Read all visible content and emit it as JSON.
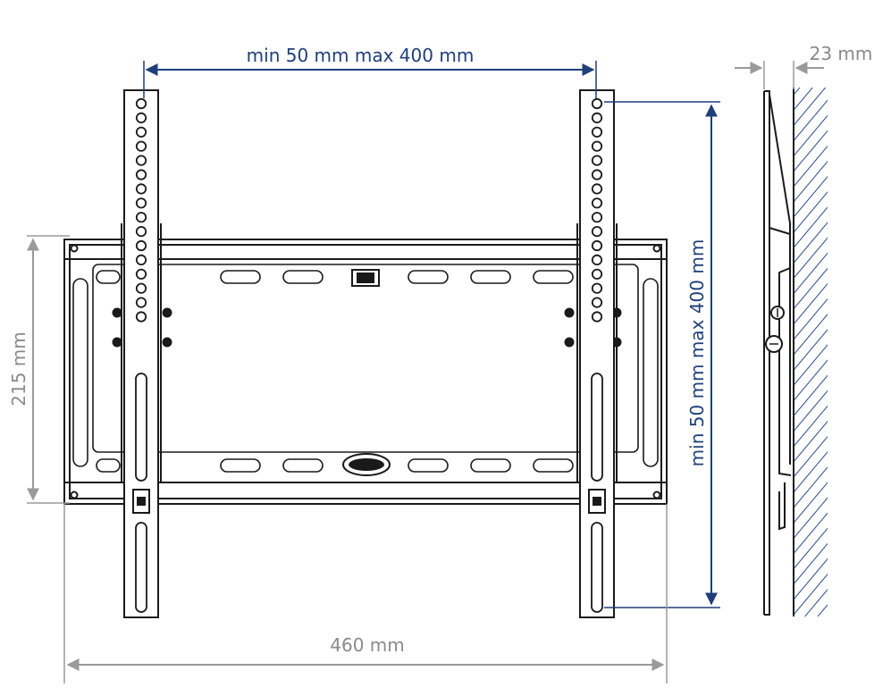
{
  "dimensions": {
    "horizontal_vesa": "min 50 mm max 400 mm",
    "vertical_vesa": "min 50 mm max 400 mm",
    "height": "215 mm",
    "width": "460 mm",
    "wall_distance": "23 mm"
  },
  "colors": {
    "vesa_dimension": "#1f3f7a",
    "overall_dimension": "#8a8a8a",
    "drawing": "#1a1a1a"
  }
}
